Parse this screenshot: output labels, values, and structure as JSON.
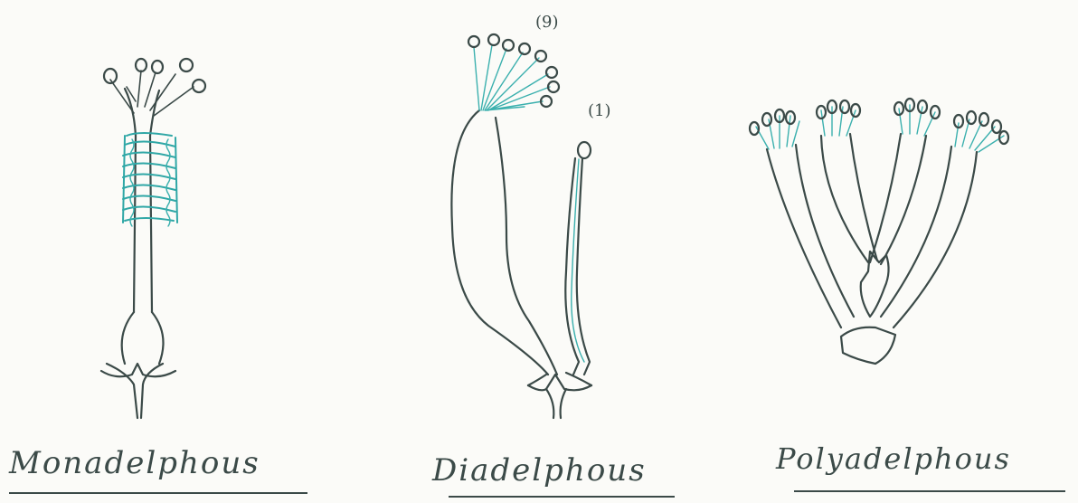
{
  "diagrams": [
    {
      "label": "Monadelphous"
    },
    {
      "label": "Diadelphous",
      "annotations": [
        "(9)",
        "(1)"
      ]
    },
    {
      "label": "Polyadelphous"
    }
  ],
  "colors": {
    "ink": "#3b4a48",
    "accent": "#2fa7a6",
    "paper": "#fbfbf8"
  }
}
